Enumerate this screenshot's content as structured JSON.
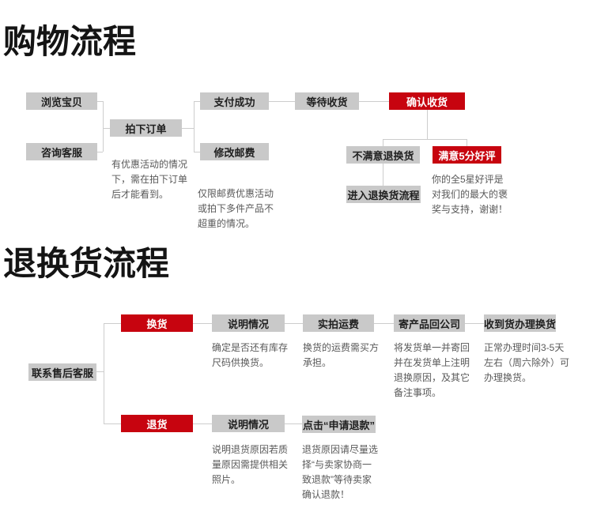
{
  "colors": {
    "gray_box": "#c9c9c9",
    "red_box": "#c7040f",
    "connector": "#cdcdcd",
    "note_text": "#595959",
    "label_text": "#1f1f1f",
    "title_text": "#141414"
  },
  "shopping_flow": {
    "title": "购物流程",
    "nodes": {
      "browse": "浏览宝贝",
      "consult": "咨询客服",
      "order": "拍下订单",
      "pay": "支付成功",
      "postage": "修改邮费",
      "wait": "等待收货",
      "confirm": "确认收货",
      "unsatisfied": "不满意退换货",
      "praise": "满意5分好评",
      "enter_return": "进入退换货流程"
    },
    "notes": {
      "order": "有优惠活动的情况\n下，需在拍下订单\n后才能看到。",
      "postage": "仅限邮费优惠活动\n或拍下多件产品不\n超重的情况。",
      "praise": "你的全5星好评是\n对我们的最大的褒\n奖与支持，谢谢！"
    }
  },
  "return_flow": {
    "title": "退换货流程",
    "nodes": {
      "contact": "联系售后客服",
      "exchange": "换货",
      "refund": "退货",
      "explain_exchange": "说明情况",
      "freight": "实拍运费",
      "ship_back": "寄产品回公司",
      "receive": "收到货办理换货",
      "explain_refund": "说明情况",
      "click_refund": "点击“申请退款”"
    },
    "notes": {
      "stock": "确定是否还有库存\n尺码供换货。",
      "freight": "换货的运费需买方\n承担。",
      "ship_back": "将发货单一并寄回\n并在发货单上注明\n退换原因，及其它\n备注事项。",
      "receive": "正常办理时间3-5天\n左右（周六除外）可\n办理换货。",
      "reason": "说明退货原因若质\n量原因需提供相关\n照片。",
      "refund_option": "退货原因请尽量选\n择“与卖家协商一\n致退款”等待卖家\n确认退款！"
    }
  }
}
